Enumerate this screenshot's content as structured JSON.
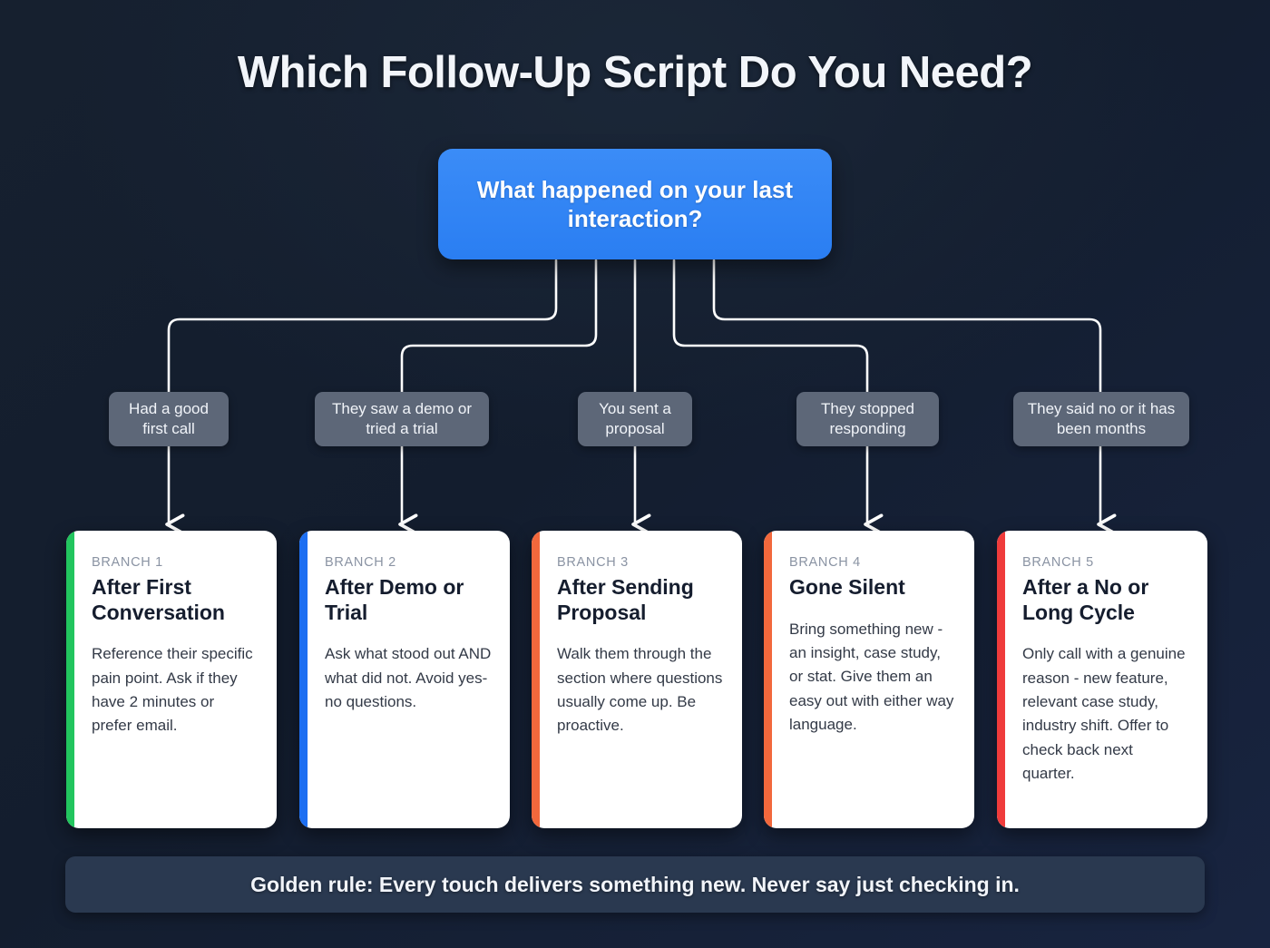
{
  "title": "Which Follow-Up Script Do You Need?",
  "decision": {
    "label": "What happened on your last interaction?",
    "color": "#2a7ef2"
  },
  "conditions": [
    {
      "label": "Had a good first call"
    },
    {
      "label": "They saw a demo or tried a trial"
    },
    {
      "label": "You sent a proposal"
    },
    {
      "label": "They stopped responding"
    },
    {
      "label": "They said no or it has been months"
    }
  ],
  "branches": [
    {
      "kicker": "BRANCH 1",
      "title": "After First Conversation",
      "desc": "Reference their specific pain point. Ask if they have 2 minutes or prefer email.",
      "accent": "#22c55e"
    },
    {
      "kicker": "BRANCH 2",
      "title": "After Demo or Trial",
      "desc": "Ask what stood out AND what did not. Avoid yes-no questions.",
      "accent": "#1d6ff2"
    },
    {
      "kicker": "BRANCH 3",
      "title": "After Sending Proposal",
      "desc": "Walk them through the section where questions usually come up. Be proactive.",
      "accent": "#f2683c"
    },
    {
      "kicker": "BRANCH 4",
      "title": "Gone Silent",
      "desc": "Bring something new - an insight, case study, or stat. Give them an easy out with either way language.",
      "accent": "#f2683c"
    },
    {
      "kicker": "BRANCH 5",
      "title": "After a No or Long Cycle",
      "desc": "Only call with a genuine reason - new feature, relevant case study, industry shift. Offer to check back next quarter.",
      "accent": "#ef3b3b"
    }
  ],
  "footer": {
    "text": "Golden rule: Every touch delivers something new. Never say just checking in."
  },
  "theme": {
    "background": "#131d2e",
    "pill_bg": "#5d6778",
    "card_bg": "#ffffff",
    "footer_bg": "#2a3950",
    "wire": "#ffffff"
  }
}
